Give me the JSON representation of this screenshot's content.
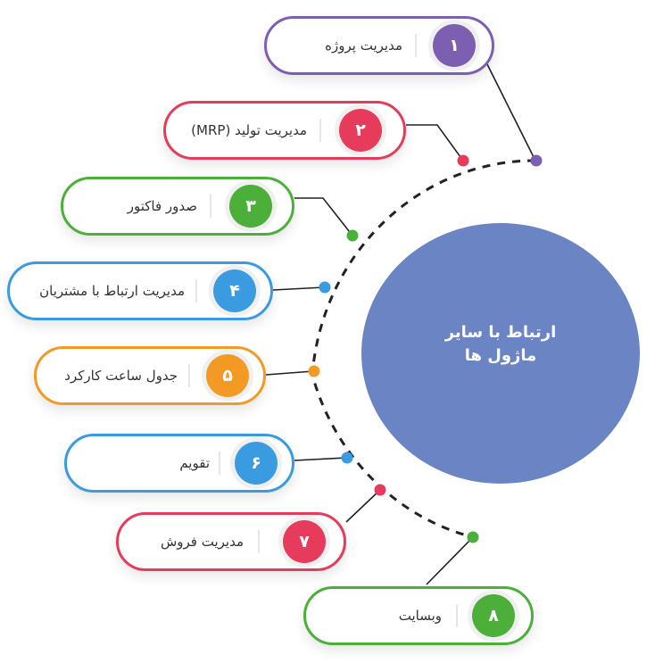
{
  "center": {
    "line1": "ارتباط با سایر",
    "line2": "ماژول ها",
    "color": "#6b84c4"
  },
  "modules": [
    {
      "number": "۱",
      "label": "مدیریت پروژه",
      "color": "#7d5fb2"
    },
    {
      "number": "۲",
      "label": "مدیریت تولید (MRP)",
      "color": "#e63b5a"
    },
    {
      "number": "۳",
      "label": "صدور فاکتور",
      "color": "#4caf3a"
    },
    {
      "number": "۴",
      "label": "مدیریت ارتباط با مشتریان",
      "color": "#3b9be0"
    },
    {
      "number": "۵",
      "label": "جدول ساعت کارکرد",
      "color": "#f39a24"
    },
    {
      "number": "۶",
      "label": "تقویم",
      "color": "#3b9be0"
    },
    {
      "number": "۷",
      "label": "مدیریت فروش",
      "color": "#e63b5a"
    },
    {
      "number": "۸",
      "label": "وبسایت",
      "color": "#4caf3a"
    }
  ]
}
